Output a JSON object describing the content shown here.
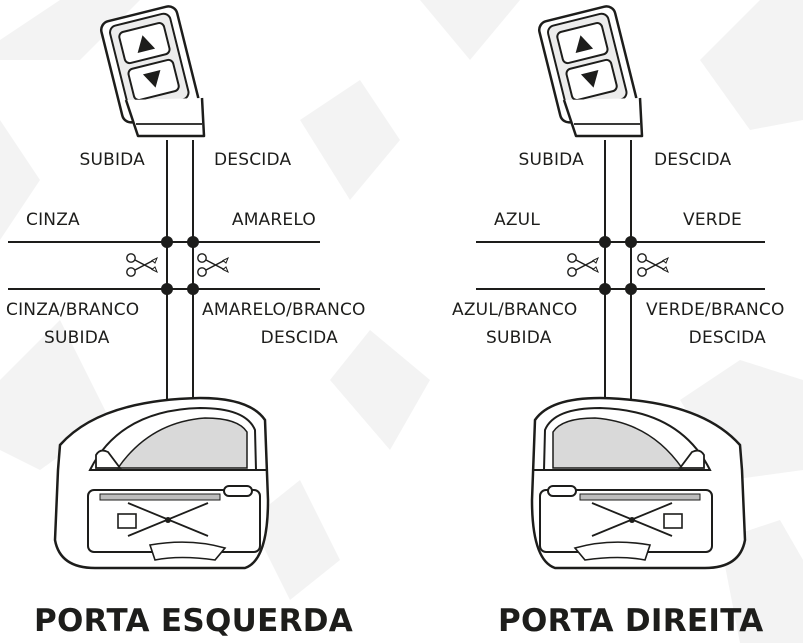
{
  "left_panel": {
    "top_left_label": "SUBIDA",
    "top_right_label": "DESCIDA",
    "wire_left_upper": "CINZA",
    "wire_right_upper": "AMARELO",
    "wire_left_lower": "CINZA/BRANCO",
    "wire_left_lower_sub": "SUBIDA",
    "wire_right_lower": "AMARELO/BRANCO",
    "wire_right_lower_sub": "DESCIDA",
    "title": "PORTA ESQUERDA"
  },
  "right_panel": {
    "top_left_label": "SUBIDA",
    "top_right_label": "DESCIDA",
    "wire_left_upper": "AZUL",
    "wire_right_upper": "VERDE",
    "wire_left_lower": "AZUL/BRANCO",
    "wire_left_lower_sub": "SUBIDA",
    "wire_right_lower": "VERDE/BRANCO",
    "wire_right_lower_sub": "DESCIDA",
    "title": "PORTA DIREITA"
  },
  "colors": {
    "ink": "#1d1d1b",
    "background_pattern": "#f2f2f2",
    "window_glass": "#d9d9d9",
    "window_glass_dark": "#bdbdbd"
  },
  "icons": [
    "window-switch-icon",
    "up-arrow-icon",
    "down-arrow-icon",
    "scissors-icon",
    "car-door-icon",
    "window-regulator-icon"
  ]
}
